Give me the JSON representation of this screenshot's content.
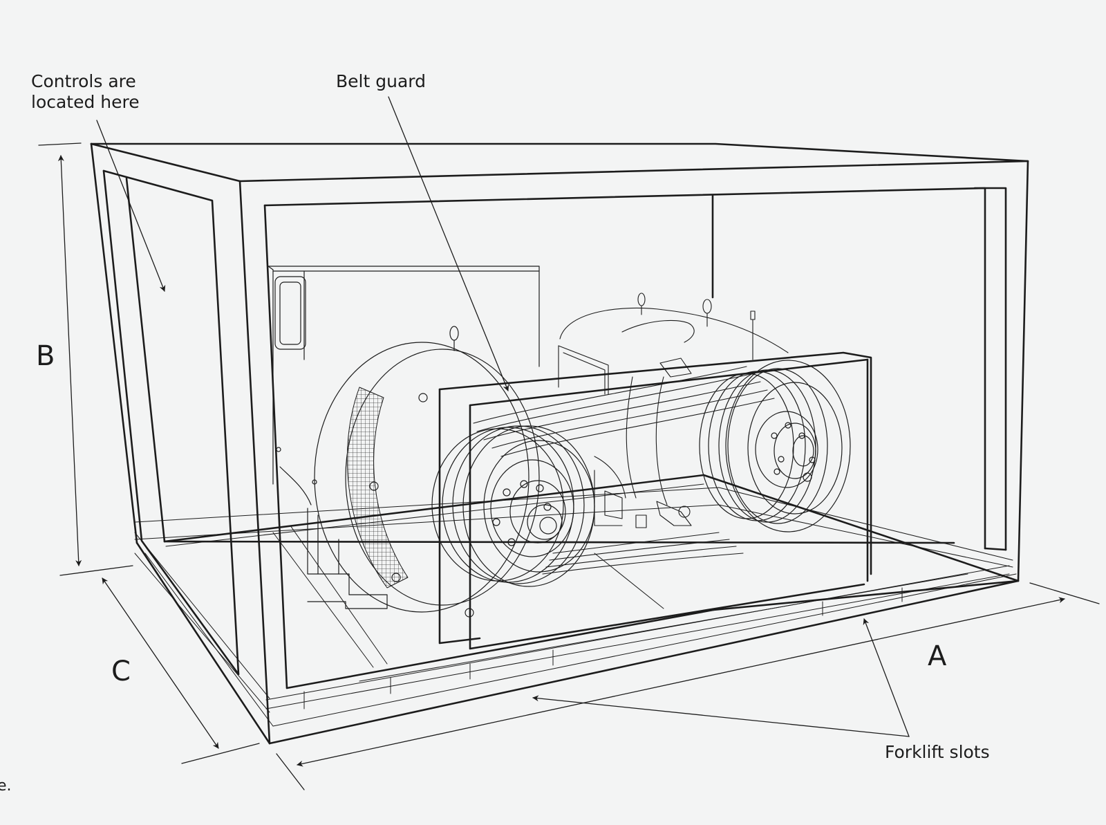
{
  "labels": {
    "controls_line1": "Controls are",
    "controls_line2": "located here",
    "belt_guard": "Belt guard",
    "forklift_slots": "Forklift slots"
  },
  "dimensions": {
    "a": "A",
    "b": "B",
    "c": "C"
  },
  "edge_fragment": "e.",
  "colors": {
    "background": "#f3f4f4",
    "line": "#1c1c1c"
  }
}
